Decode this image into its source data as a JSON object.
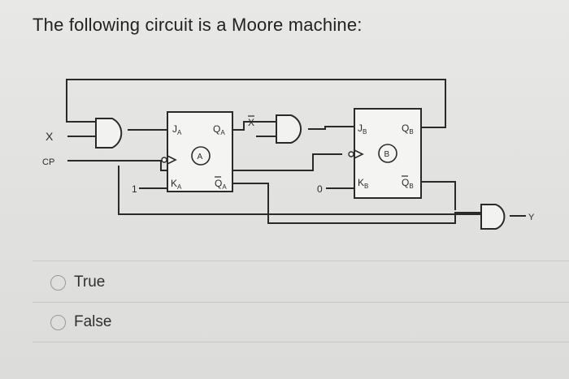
{
  "question": {
    "text": "The following circuit is a Moore machine:"
  },
  "circuit": {
    "input_x": "X",
    "input_cp": "CP",
    "const_one": "1",
    "const_zero": "0",
    "flipflop_a": {
      "name": "A",
      "j": "J",
      "j_sub": "A",
      "k": "K",
      "k_sub": "A",
      "q": "Q",
      "q_sub": "A",
      "qbar": "Q",
      "qbar_sub": "A"
    },
    "flipflop_b": {
      "name": "B",
      "j": "J",
      "j_sub": "B",
      "k": "K",
      "k_sub": "B",
      "q": "Q",
      "q_sub": "B",
      "qbar": "Q",
      "qbar_sub": "B"
    },
    "xbar_label": "X",
    "output_y": "Y"
  },
  "options": [
    {
      "label": "True"
    },
    {
      "label": "False"
    }
  ]
}
